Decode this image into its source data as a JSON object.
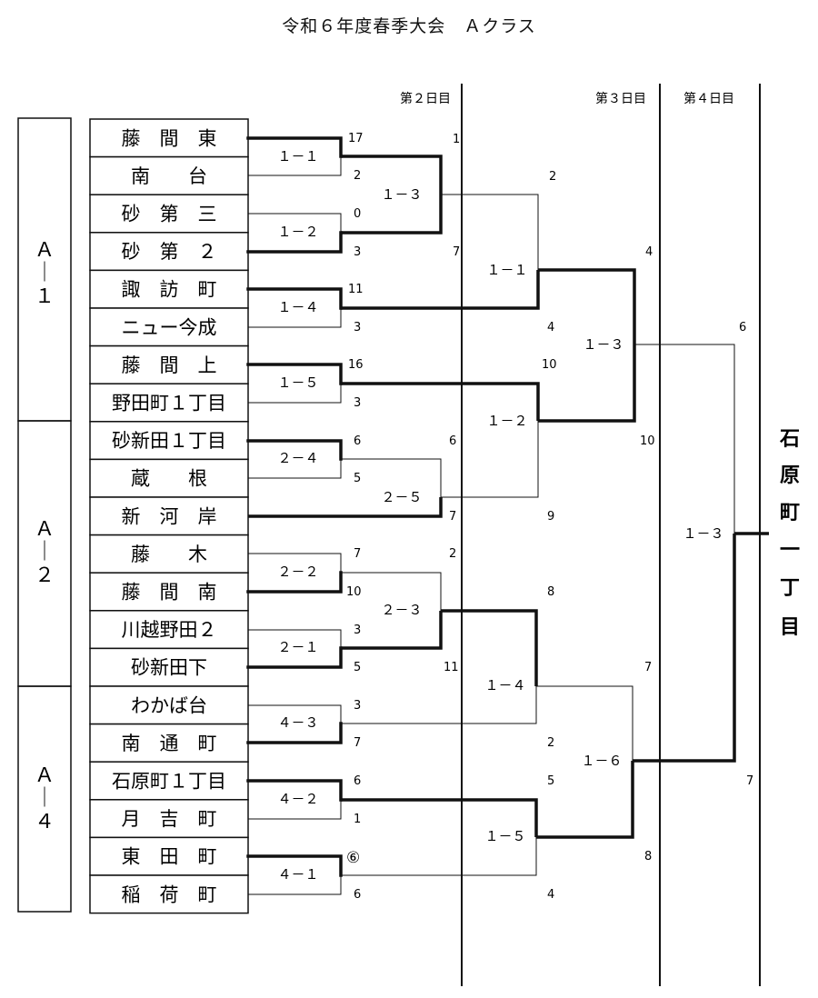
{
  "title": "令和６年度春季大会　Ａクラス",
  "day_headers": [
    "第２日目",
    "第３日目",
    "第４日目"
  ],
  "groups": [
    {
      "label": [
        "Ａ",
        "｜",
        "１"
      ]
    },
    {
      "label": [
        "Ａ",
        "｜",
        "２"
      ]
    },
    {
      "label": [
        "Ａ",
        "｜",
        "４"
      ]
    }
  ],
  "teams": [
    {
      "name": "藤　間　東",
      "score": "17"
    },
    {
      "name": "南　　台",
      "score": "2"
    },
    {
      "name": "砂　第　三",
      "score": "0"
    },
    {
      "name": "砂　第　２",
      "score": "3"
    },
    {
      "name": "諏　訪　町",
      "score": "11"
    },
    {
      "name": "ニュー今成",
      "score": "3"
    },
    {
      "name": "藤　間　上",
      "score": "16"
    },
    {
      "name": "野田町１丁目",
      "score": "3"
    },
    {
      "name": "砂新田１丁目",
      "score": "6"
    },
    {
      "name": "蔵　　根",
      "score": "5"
    },
    {
      "name": "新　河　岸",
      "score": ""
    },
    {
      "name": "藤　　木",
      "score": "7"
    },
    {
      "name": "藤　間　南",
      "score": "10"
    },
    {
      "name": "川越野田２",
      "score": "3"
    },
    {
      "name": "砂新田下",
      "score": "5"
    },
    {
      "name": "わかば台",
      "score": "3"
    },
    {
      "name": "南　通　町",
      "score": "7"
    },
    {
      "name": "石原町１丁目",
      "score": "6"
    },
    {
      "name": "月　吉　町",
      "score": "1"
    },
    {
      "name": "東　田　町",
      "score": "⑥"
    },
    {
      "name": "稲　荷　町",
      "score": "6"
    }
  ],
  "round1_matches": [
    "１－１",
    "１－２",
    "１－４",
    "１－５",
    "２－４",
    "２－２",
    "２－１",
    "４－３",
    "４－２",
    "４－１"
  ],
  "round2_matches": [
    {
      "label": "１－３",
      "top": "1",
      "bottom": "7"
    },
    {
      "label": "２－５",
      "top": "6",
      "bottom": "7"
    },
    {
      "label": "２－３",
      "top": "2",
      "bottom": "11"
    }
  ],
  "quarter_matches": [
    {
      "label": "１－１",
      "top": "2",
      "bottom": "4"
    },
    {
      "label": "１－２",
      "top": "10",
      "bottom": "9"
    },
    {
      "label": "１－４",
      "top": "8",
      "bottom": "2"
    },
    {
      "label": "１－５",
      "top": "5",
      "bottom": "4"
    }
  ],
  "semi_matches": [
    {
      "label": "１－３",
      "top": "4",
      "bottom": "10"
    },
    {
      "label": "１－６",
      "top": "7",
      "bottom": "8"
    }
  ],
  "final_match": {
    "label": "１－３",
    "top": "6",
    "bottom": "7"
  },
  "winner": [
    "石",
    "原",
    "町",
    "一",
    "丁",
    "目"
  ]
}
